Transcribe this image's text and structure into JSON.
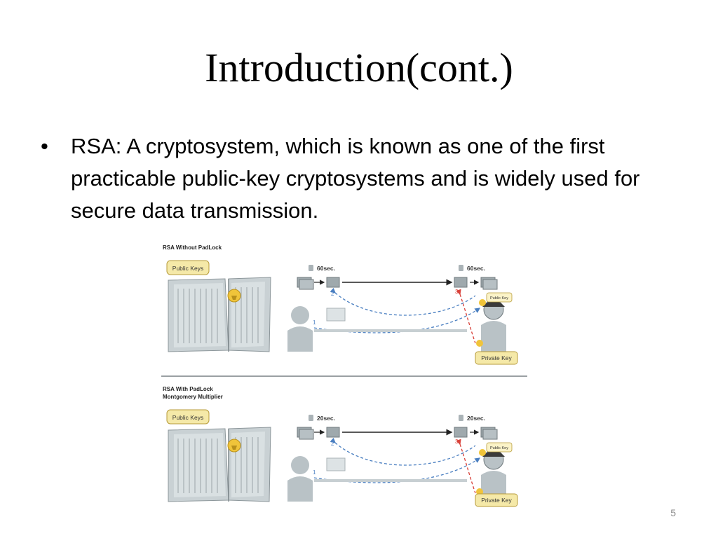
{
  "slide": {
    "title": "Introduction(cont.)",
    "bullet_symbol": "•",
    "bullet_text": "RSA: A cryptosystem, which is known as one of the first practicable public-key cryptosystems and is widely used for secure data transmission.",
    "page_number": "5"
  },
  "figure": {
    "panel_top": {
      "title": "RSA Without PadLock",
      "public_keys_label": "Public Keys",
      "time_left": "60sec.",
      "time_right": "60sec.",
      "step1": "1",
      "step2": "2",
      "step3": "3",
      "public_key_label": "Public Key",
      "private_key_label": "Private Key"
    },
    "panel_bottom": {
      "title_line1": "RSA With PadLock",
      "title_line2": "Montgomery Multiplier",
      "public_keys_label": "Public Keys",
      "time_left": "20sec.",
      "time_right": "20sec.",
      "step1": "1",
      "step2": "2",
      "step3": "3",
      "public_key_label": "Public Key",
      "private_key_label": "Private Key"
    },
    "colors": {
      "label_bubble": "#f5e9a8",
      "label_border": "#b79b3a",
      "small_bubble": "#fbf3c8",
      "gray_figure": "#b9c2c6",
      "blue_arrow": "#4a7fc1",
      "red_arrow": "#d9413a",
      "key_gold": "#f0c43a"
    }
  }
}
